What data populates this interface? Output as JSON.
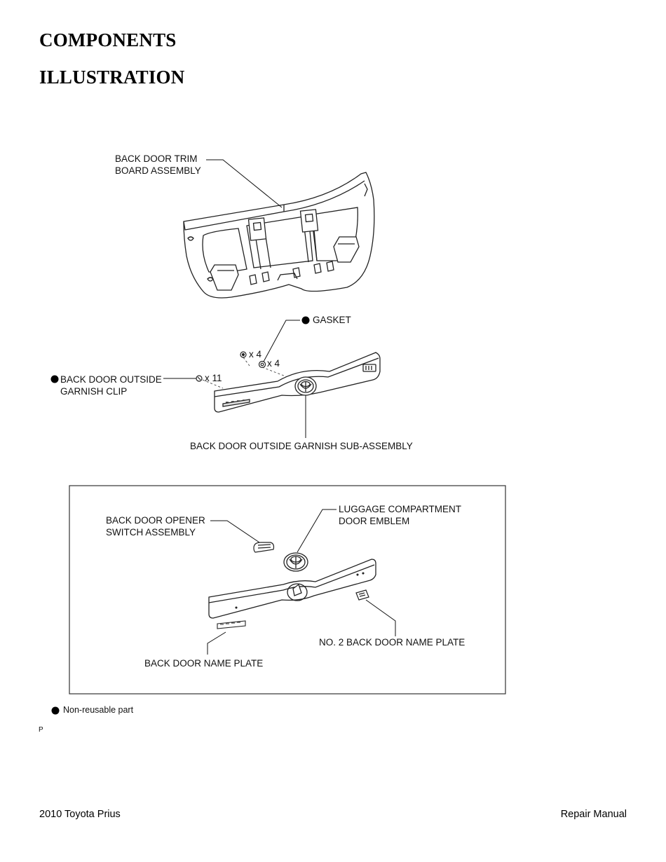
{
  "headings": {
    "components": "COMPONENTS",
    "illustration": "ILLUSTRATION"
  },
  "labels": {
    "trim_board_1": "BACK DOOR TRIM",
    "trim_board_2": "BOARD ASSEMBLY",
    "gasket": "GASKET",
    "qty_gasket_a": "x 4",
    "qty_gasket_b": "x 4",
    "qty_clip": "x 11",
    "clip_1": "BACK DOOR OUTSIDE",
    "clip_2": "GARNISH CLIP",
    "garnish_sub": "BACK DOOR OUTSIDE GARNISH SUB-ASSEMBLY",
    "opener_1": "BACK DOOR OPENER",
    "opener_2": "SWITCH ASSEMBLY",
    "emblem_1": "LUGGAGE COMPARTMENT",
    "emblem_2": "DOOR EMBLEM",
    "name_plate_2": "NO. 2 BACK DOOR NAME PLATE",
    "name_plate": "BACK DOOR NAME PLATE",
    "legend": "Non-reusable part",
    "code": "P"
  },
  "footer": {
    "left": "2010 Toyota Prius",
    "right": "Repair Manual"
  }
}
